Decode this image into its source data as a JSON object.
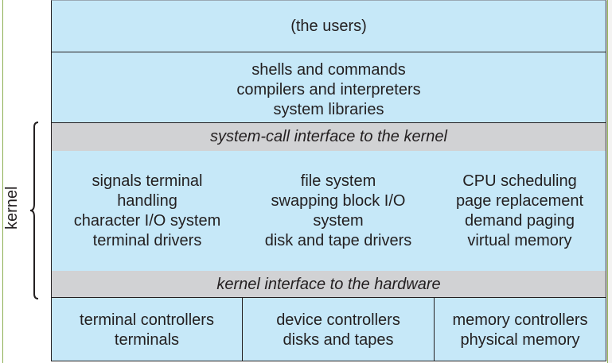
{
  "diagram": {
    "title": "Traditional UNIX system structure",
    "layers": {
      "users": {
        "lines": [
          "(the users)"
        ]
      },
      "system_programs": {
        "lines": [
          "shells and commands",
          "compilers and interpreters",
          "system libraries"
        ]
      },
      "system_call_interface": {
        "label": "system-call interface to the kernel"
      },
      "kernel": {
        "columns": [
          {
            "lines": [
              "signals terminal",
              "handling",
              "character I/O system",
              "terminal drivers"
            ]
          },
          {
            "lines": [
              "file system",
              "swapping block I/O",
              "system",
              "disk and tape drivers"
            ]
          },
          {
            "lines": [
              "CPU scheduling",
              "page replacement",
              "demand paging",
              "virtual memory"
            ]
          }
        ]
      },
      "hardware_interface": {
        "label": "kernel interface to the hardware"
      },
      "hardware": {
        "columns": [
          {
            "lines": [
              "terminal controllers",
              "terminals"
            ]
          },
          {
            "lines": [
              "device controllers",
              "disks and tapes"
            ]
          },
          {
            "lines": [
              "memory controllers",
              "physical memory"
            ]
          }
        ]
      }
    },
    "brace_label": "kernel",
    "colors": {
      "layer_fill": "#c6e8f8",
      "interface_fill": "#d1d2d4",
      "text": "#231f20",
      "outline": "#231f20"
    }
  }
}
